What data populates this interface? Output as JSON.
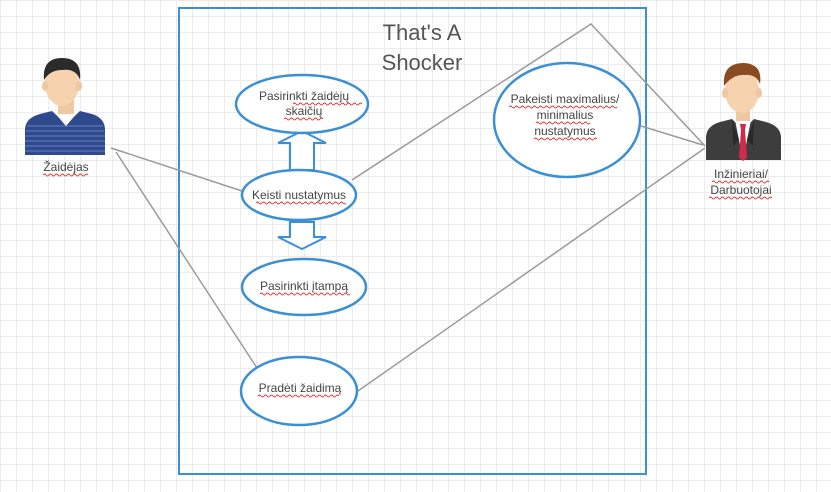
{
  "diagram": {
    "title_line1": "That's A",
    "title_line2": "Shocker",
    "actors": {
      "player": {
        "label": "Žaidėjas",
        "icon": "player-avatar-icon"
      },
      "engineer": {
        "label_line1": "Inžinieriai/",
        "label_line2": "Darbuotojai",
        "icon": "engineer-avatar-icon"
      }
    },
    "use_cases": {
      "select_players_line1": "Pasirinkti žaidėjų",
      "select_players_line2": "skaičių",
      "change_settings": "Keisti nustatymus",
      "select_voltage": "Pasirinkti įtampą",
      "start_game": "Pradėti žaidimą",
      "minmax_line1": "Pakeisti maximalius/",
      "minmax_line2": "minimalius",
      "minmax_line3": "nustatymus"
    },
    "colors": {
      "boundary": "#3b8fd4",
      "ellipse_stroke": "#3b8fd4",
      "connector": "#9a9a9a",
      "text": "#444444",
      "spell_underline": "#e03030"
    }
  }
}
